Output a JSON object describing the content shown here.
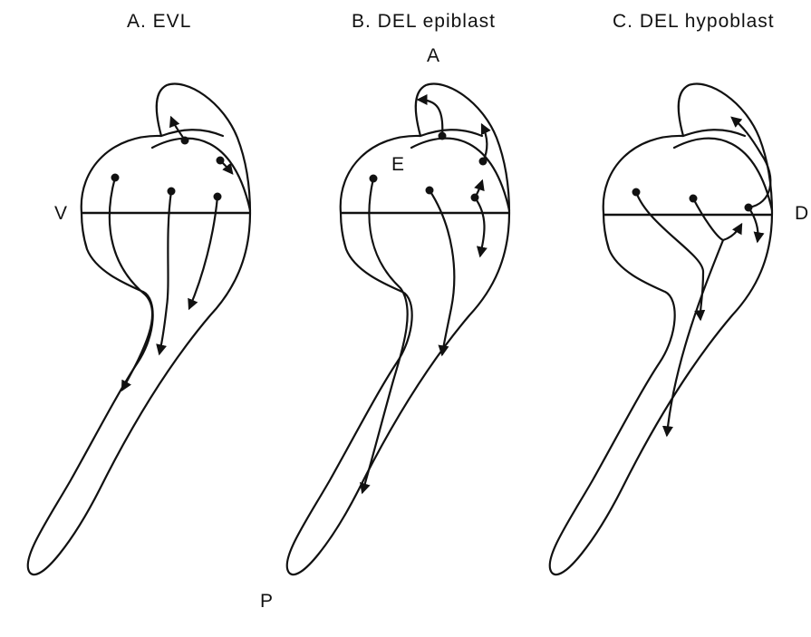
{
  "panels": [
    {
      "id": "A",
      "title": "A. EVL"
    },
    {
      "id": "B",
      "title": "B. DEL epiblast"
    },
    {
      "id": "C",
      "title": "C. DEL hypoblast"
    }
  ],
  "axis_labels": {
    "anterior": "A",
    "posterior": "P",
    "ventral": "V",
    "dorsal": "D",
    "eye": "E"
  },
  "colors": {
    "ink": "#111111",
    "background": "#ffffff"
  }
}
